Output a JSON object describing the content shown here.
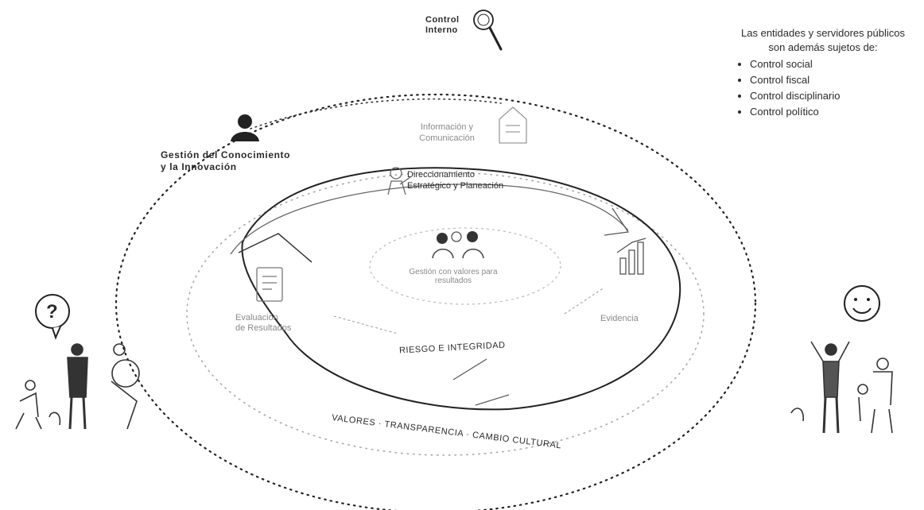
{
  "diagram": {
    "control_interno": {
      "line1": "Control",
      "line2": "Interno"
    },
    "gestion_conocimiento": {
      "line1": "Gestión del Conocimiento",
      "line2": "y la Innovación"
    },
    "informacion": {
      "line1": "Información y",
      "line2": "Comunicación"
    },
    "direccionamiento": {
      "line1": "Direccionamiento",
      "line2": "Estratégico y Planeación"
    },
    "gestion_resultados": {
      "label": "Gestión con valores para resultados"
    },
    "evaluacion": {
      "line1": "Evaluación",
      "line2": "de Resultados"
    },
    "evidencia": {
      "label": "Evidencia"
    },
    "riesgo": {
      "label": "RIESGO E INTEGRIDAD"
    },
    "valores": {
      "label": "VALORES · TRANSPARENCIA · CAMBIO CULTURAL"
    }
  },
  "side_note": {
    "intro_line1": "Las entidades y servidores públicos",
    "intro_line2": "son además sujetos de:",
    "items": [
      "Control social",
      "Control fiscal",
      "Control disciplinario",
      "Control político"
    ]
  },
  "icons": {
    "question": "?",
    "smiley": "smiley-icon",
    "magnifier": "magnifier-icon"
  },
  "colors": {
    "line": "#333333",
    "faint": "#9a9a9a"
  }
}
